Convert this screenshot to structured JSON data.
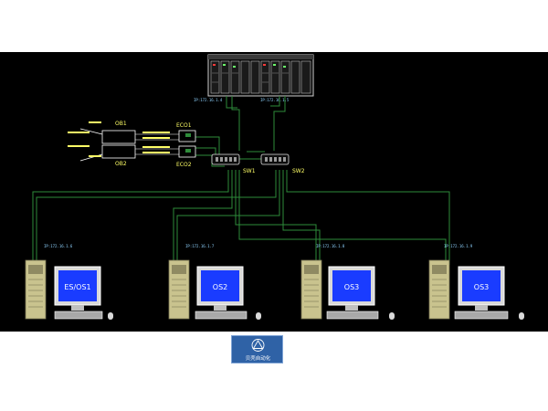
{
  "colors": {
    "background": "#000000",
    "page": "#ffffff",
    "network_line": "#2e8b3a",
    "fiber_line": "#ffffff",
    "label_yellow": "#ffff66",
    "ip_label": "#8fd3ff",
    "screen_blue": "#1a3cff",
    "screen_text": "#ffffff",
    "logo_bg": "#2f62a6"
  },
  "controller": {
    "ip_left": "IP:172.16.1.4",
    "ip_right": "IP:172.16.1.5"
  },
  "optical_boxes": [
    {
      "name": "OB1"
    },
    {
      "name": "OB2"
    }
  ],
  "converters": [
    {
      "name": "ECO1"
    },
    {
      "name": "ECO2"
    }
  ],
  "switches": [
    {
      "name": "SW1"
    },
    {
      "name": "SW2"
    }
  ],
  "stations": [
    {
      "label": "ES/OS1",
      "ip": "IP:172.16.1.6"
    },
    {
      "label": "OS2",
      "ip": "IP:172.16.1.7"
    },
    {
      "label": "OS3",
      "ip": "IP:172.16.1.8"
    },
    {
      "label": "OS3",
      "ip": "IP:172.16.1.9"
    }
  ],
  "logo": {
    "text": "贝壳自动化",
    "icon": "triangle-logo-icon"
  }
}
